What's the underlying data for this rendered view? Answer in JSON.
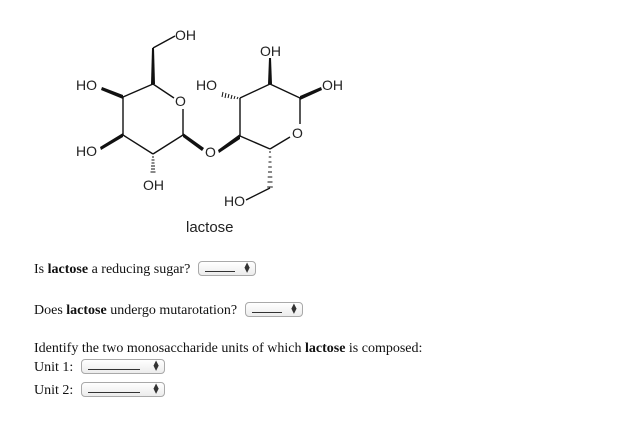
{
  "structure": {
    "labels": {
      "oh_top_left": "OH",
      "oh_top_right": "OH",
      "ho_left_upper": "HO",
      "ho_ring_right": "HO",
      "oh_right": "OH",
      "ho_left_lower": "HO",
      "o_ring_left": "O",
      "o_bridge": "O",
      "o_ring_right": "O",
      "oh_bottom_left": "OH",
      "ho_bottom_right": "HO"
    },
    "caption": "lactose"
  },
  "questions": {
    "q1": {
      "pre": "Is ",
      "bold": "lactose",
      "post": " a reducing sugar?"
    },
    "q2": {
      "pre": "Does ",
      "bold": "lactose",
      "post": " undergo mutarotation?"
    },
    "q3": {
      "pre": "Identify the two monosaccharide units of which ",
      "bold": "lactose",
      "post": " is composed:"
    },
    "unit1_label": "Unit 1:",
    "unit2_label": "Unit 2:"
  },
  "dropdown_arrow": "▲▼"
}
